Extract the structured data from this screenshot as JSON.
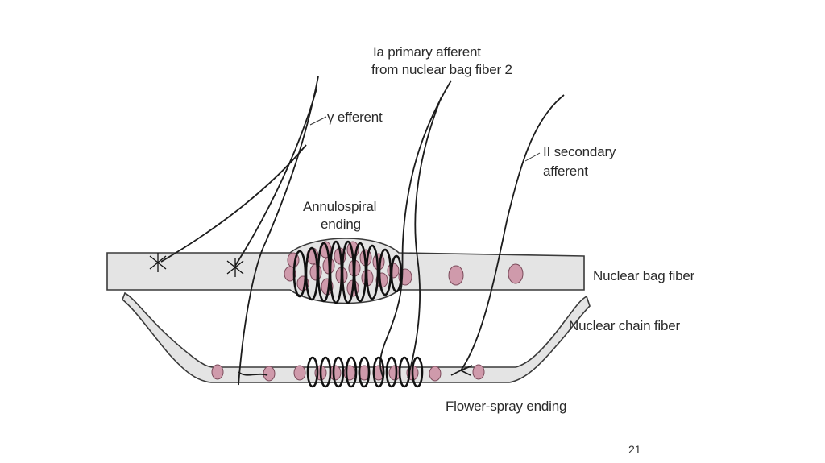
{
  "diagram": {
    "labels": {
      "ia_primary_line1": "Ia primary afferent",
      "ia_primary_line2": "from nuclear bag fiber 2",
      "gamma_efferent": "γ efferent",
      "ii_secondary_line1": "II secondary",
      "ii_secondary_line2": "afferent",
      "annulospiral_line1": "Annulospiral",
      "annulospiral_line2": "ending",
      "nuclear_bag_fiber": "Nuclear bag fiber",
      "nuclear_chain_fiber": "Nuclear chain fiber",
      "flower_spray_ending": "Flower-spray ending"
    },
    "colors": {
      "fiber_fill": "#e4e4e4",
      "nucleus_fill": "#cf9aab",
      "line": "#1c1c1c"
    }
  },
  "footer": {
    "slide_number": "21"
  }
}
